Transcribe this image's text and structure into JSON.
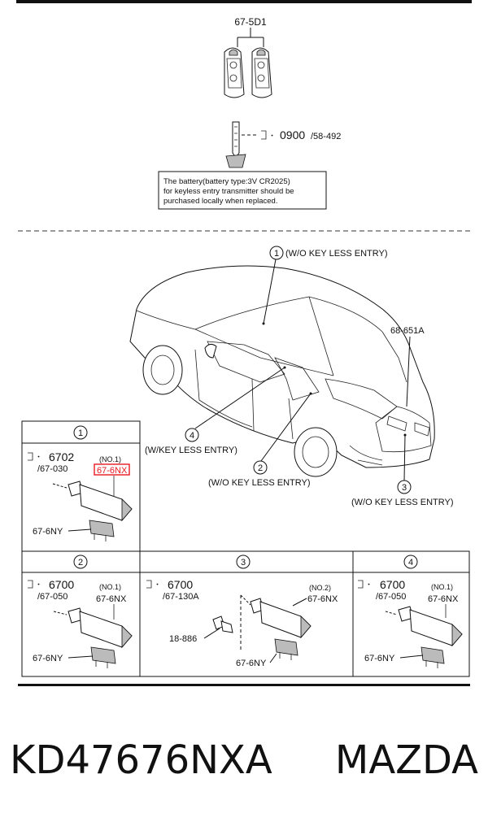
{
  "top_part": {
    "remote_code": "67-5D1",
    "key_code_main": "0900",
    "key_code_sub": "/58-492",
    "battery_note": [
      "The battery(battery type:3V CR2025)",
      "for keyless entry transmitter should be",
      "purchased locally when replaced."
    ]
  },
  "car": {
    "callout_1": "(W/O KEY LESS ENTRY)",
    "code_68_651A": "68-651A",
    "callout_2": "(W/O KEY LESS ENTRY)",
    "callout_3": "(W/O KEY LESS ENTRY)",
    "callout_4": "(W/KEY LESS ENTRY)",
    "num_1": "1",
    "num_2": "2",
    "num_3": "3",
    "num_4": "4"
  },
  "box1": {
    "num": "1",
    "code_main": "6702",
    "code_sub": "/67-030",
    "no_label": "(NO.1)",
    "highlight_code": "67-6NX",
    "clip_code": "67-6NY"
  },
  "box2": {
    "num": "2",
    "code_main": "6700",
    "code_sub": "/67-050",
    "no_label": "(NO.1)",
    "cyl_code": "67-6NX",
    "clip_code": "67-6NY"
  },
  "box3": {
    "num": "3",
    "code_main": "6700",
    "code_sub": "/67-130A",
    "no_label": "(NO.2)",
    "cyl_code": "67-6NX",
    "sub_code": "18-886",
    "clip_code": "67-6NY"
  },
  "box4": {
    "num": "4",
    "code_main": "6700",
    "code_sub": "/67-050",
    "no_label": "(NO.1)",
    "cyl_code": "67-6NX",
    "clip_code": "67-6NY"
  },
  "footer": {
    "part_number": "KD47676NXA",
    "brand": "MAZDA"
  },
  "colors": {
    "highlight": "#e8191f",
    "ink": "#111111"
  }
}
